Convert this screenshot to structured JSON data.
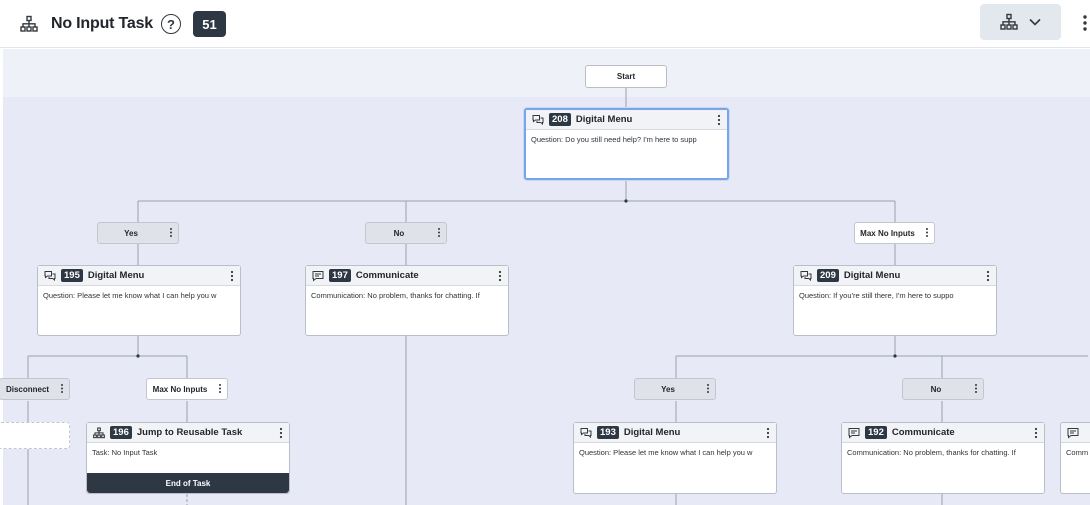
{
  "header": {
    "flow_icon": "flow-hierarchy-icon",
    "title": "No Input Task",
    "help_icon": "help-circle-icon",
    "help_glyph": "?",
    "count_badge": "51",
    "view_button_icon": "flow-hierarchy-icon",
    "view_dropdown_icon": "chevron-down-icon",
    "more_icon": "kebab-menu-icon"
  },
  "flow": {
    "start_label": "Start",
    "nodes": [
      {
        "id": "208",
        "type": "Digital Menu",
        "icon": "chat-bubbles-icon",
        "body": "Question: Do you still need help? I'm here to supp"
      },
      {
        "id": "195",
        "type": "Digital Menu",
        "icon": "chat-bubbles-icon",
        "body": "Question: Please let me know what I can help you w"
      },
      {
        "id": "197",
        "type": "Communicate",
        "icon": "message-icon",
        "body": "Communication: No problem, thanks for chatting. If"
      },
      {
        "id": "209",
        "type": "Digital Menu",
        "icon": "chat-bubbles-icon",
        "body": "Question: If you're still there, I'm here to suppo"
      },
      {
        "id": "196",
        "type": "Jump to Reusable Task",
        "icon": "flow-hierarchy-icon",
        "body": "Task: No Input Task",
        "footer": "End of Task"
      },
      {
        "id": "193",
        "type": "Digital Menu",
        "icon": "chat-bubbles-icon",
        "body": "Question: Please let me know what I can help you w"
      },
      {
        "id": "192",
        "type": "Communicate",
        "icon": "message-icon",
        "body": "Communication: No problem, thanks for chatting. If"
      },
      {
        "id": "",
        "type": "",
        "icon": "message-icon",
        "body": "Comm"
      }
    ],
    "branches": [
      "Yes",
      "No",
      "Max No Inputs",
      "Disconnect",
      "Max No Inputs",
      "Yes",
      "No"
    ],
    "colors": {
      "canvas": "#e7eaf6",
      "badge": "#2e3845",
      "selected_border": "#7ba4e8",
      "connector": "#9aa0aa"
    }
  }
}
